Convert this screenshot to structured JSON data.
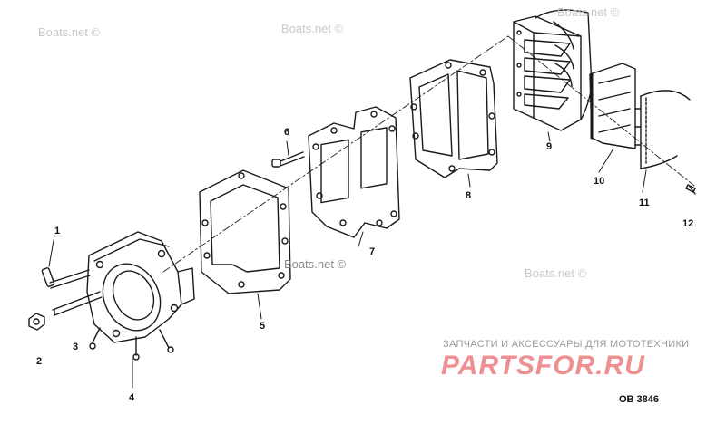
{
  "callouts": [
    "1",
    "2",
    "3",
    "4",
    "5",
    "6",
    "7",
    "8",
    "9",
    "10",
    "11",
    "12"
  ],
  "watermarks": {
    "text": "Boats.net ©"
  },
  "brand": {
    "tagline": "ЗАПЧАСТИ И АКСЕССУАРЫ ДЛЯ МОТОТЕХНИКИ",
    "logo": "PARTSFOR.RU",
    "logo_color": "#ee8f92"
  },
  "diagram_code": "OB 3846"
}
